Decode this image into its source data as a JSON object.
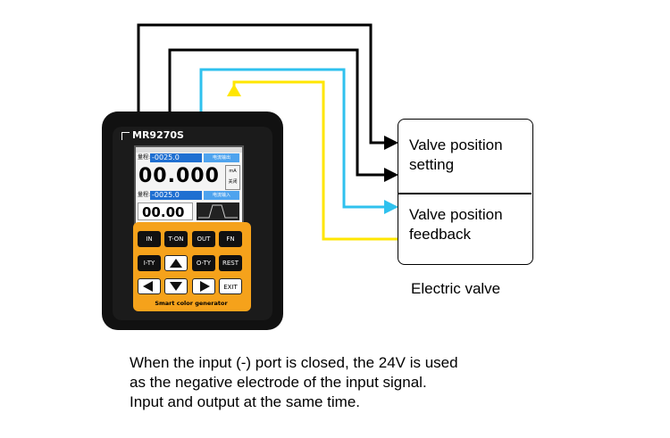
{
  "device": {
    "brand": "MR9270S",
    "screen": {
      "row1_label": "量程:",
      "row1_value": "-0025.0",
      "row1_tag": "电流输出",
      "main_value": "00.000",
      "unit_top": "mA",
      "unit_bottom": "关闭",
      "row2_label": "量程:",
      "row2_value": "-0025.0",
      "row2_tag": "电流输入",
      "secondary_value": "00.00"
    },
    "keys": {
      "in": "IN",
      "ton": "T-ON",
      "out": "OUT",
      "fn": "FN",
      "ity": "I-TY",
      "oty": "O-TY",
      "rest": "REST",
      "exit": "EXIT"
    },
    "caption": "Smart color generator"
  },
  "valve": {
    "setting_label": "Valve position\nsetting",
    "setting_line1": "Valve position",
    "setting_line2": "setting",
    "feedback_line1": "Valve position",
    "feedback_line2": "feedback",
    "caption": "Electric valve"
  },
  "note": {
    "line1": "When the input (-) port is closed, the 24V is used",
    "line2": "as the negative electrode of the input signal.",
    "line3": "Input and output at the same time."
  },
  "colors": {
    "wire_black": "#000000",
    "wire_cyan": "#2fc1ee",
    "wire_yellow": "#ffe600",
    "panel_orange": "#f5a21b",
    "screen_blue": "#1f6fd1"
  }
}
